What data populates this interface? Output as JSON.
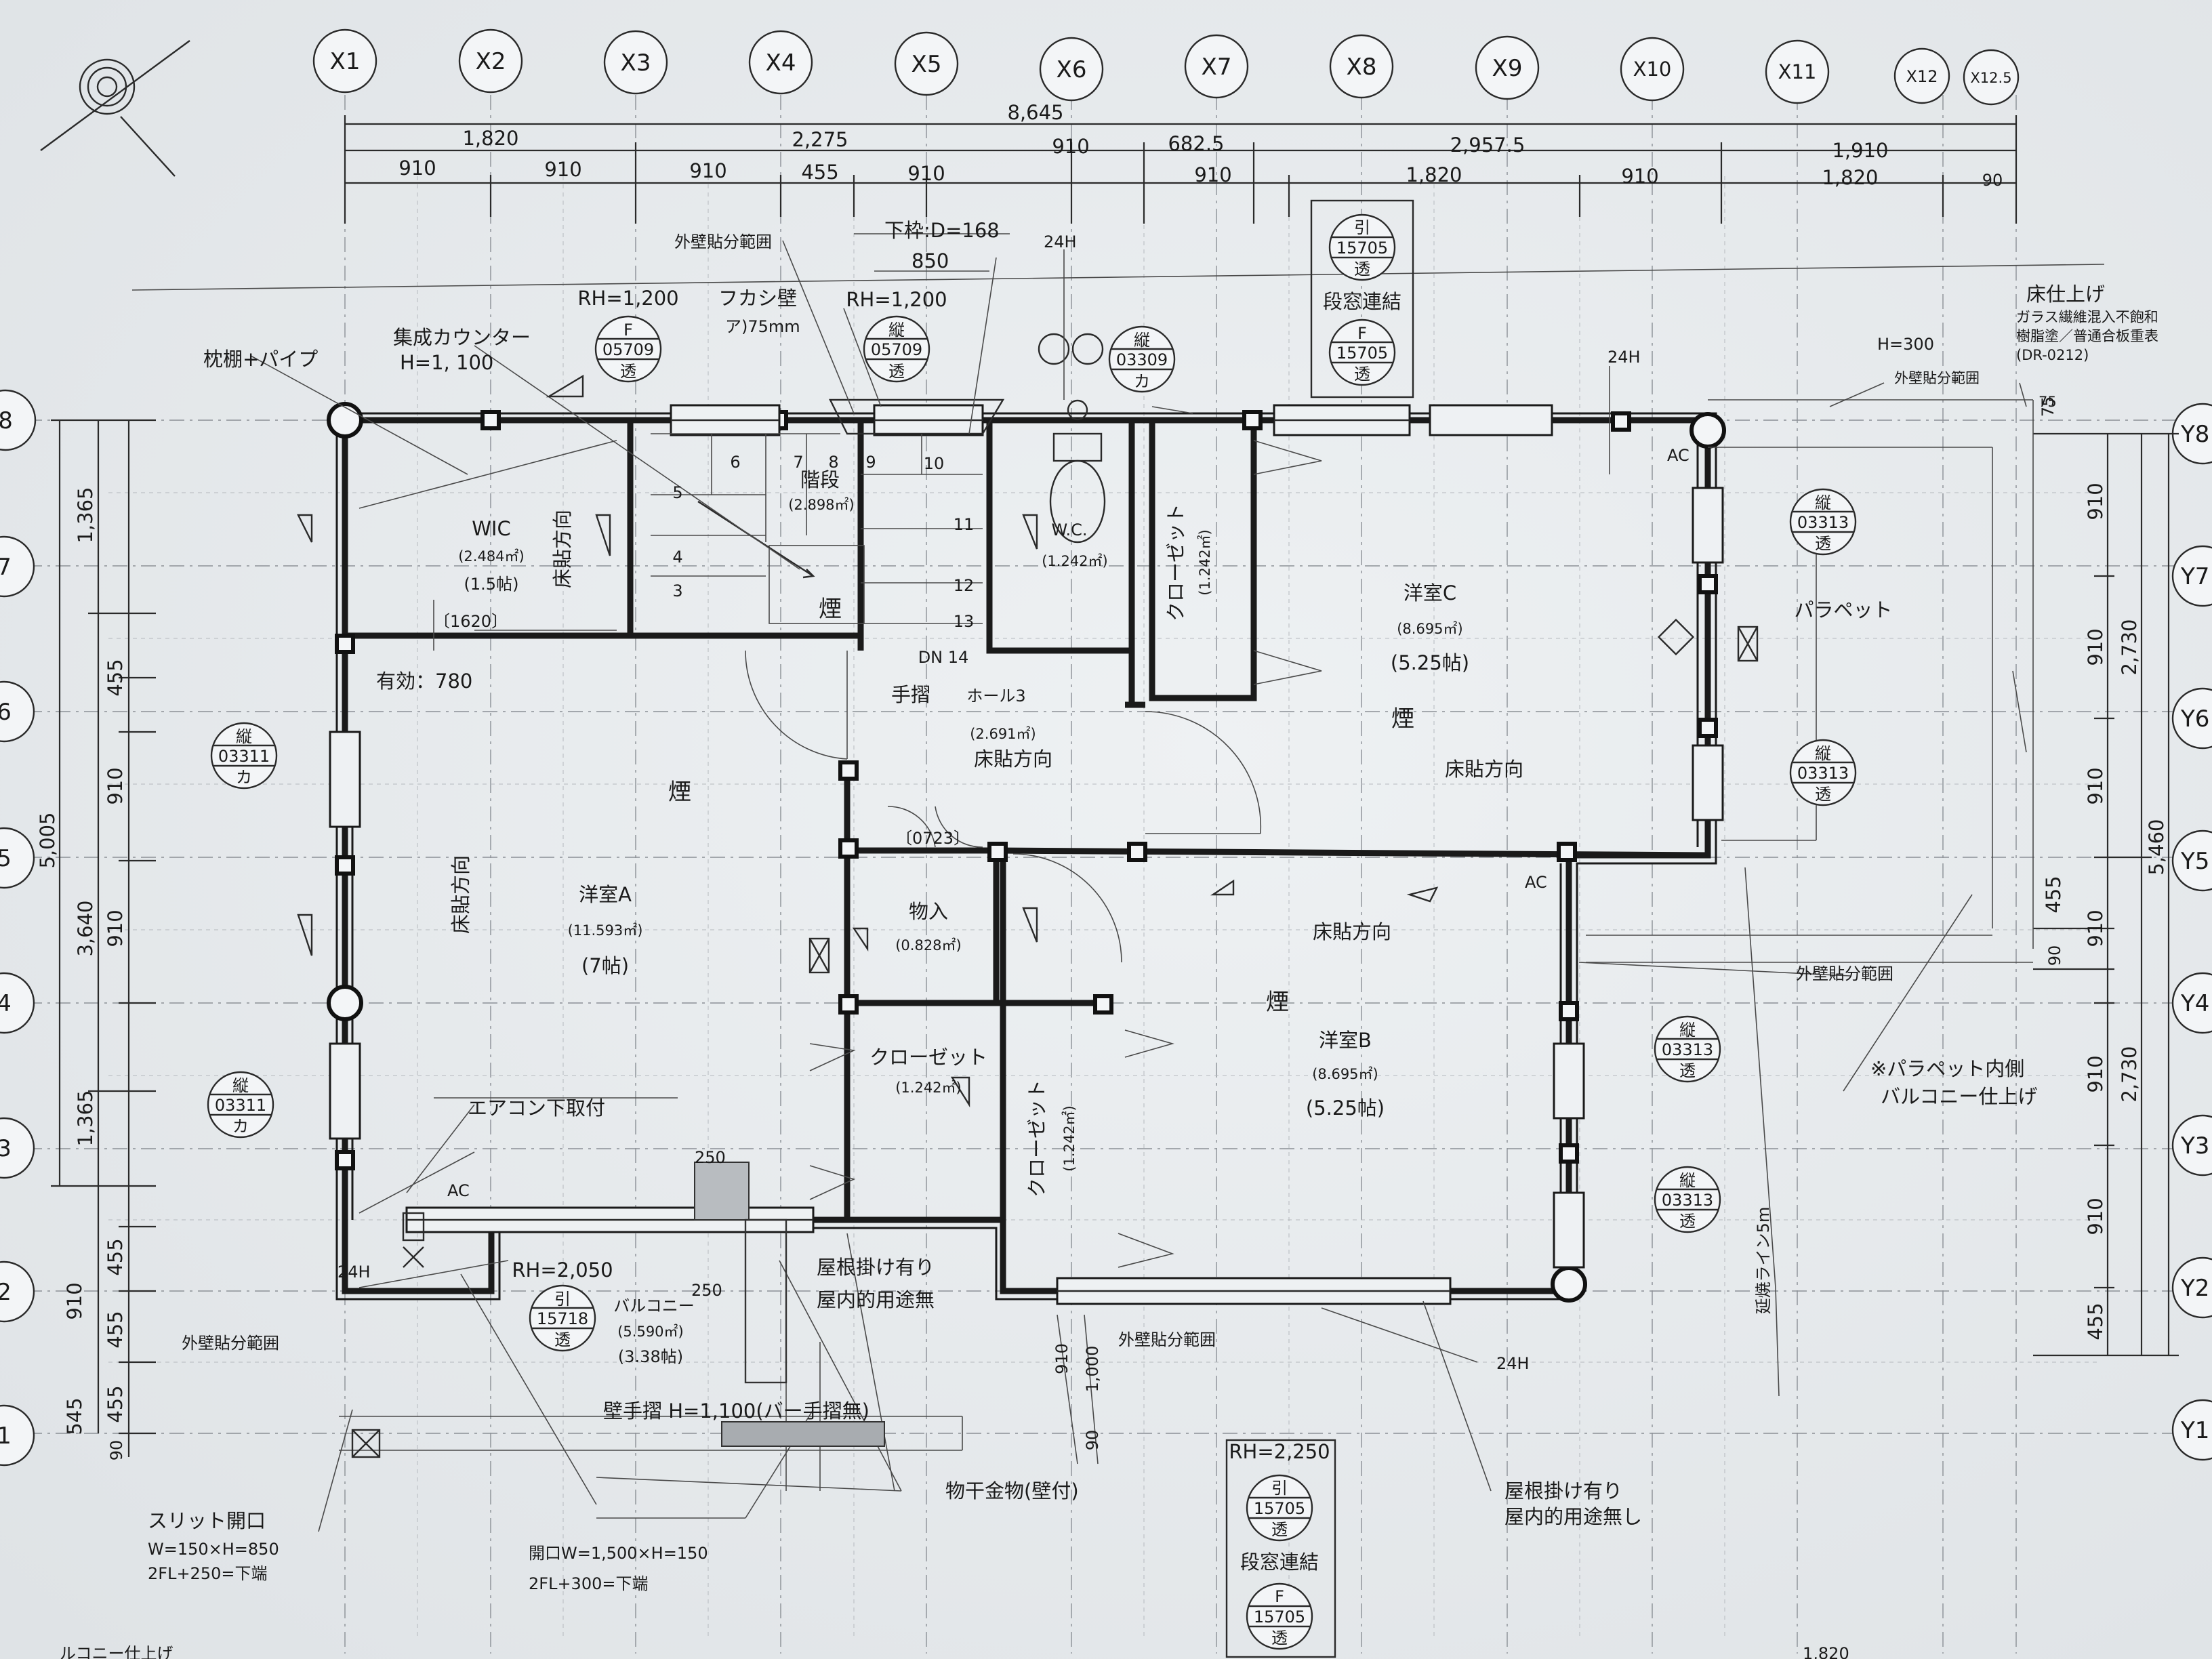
{
  "grid_x": [
    "X1",
    "X2",
    "X3",
    "X4",
    "X5",
    "X6",
    "X7",
    "X8",
    "X9",
    "X10",
    "X11",
    "X12",
    "X12.5"
  ],
  "grid_y": [
    "8",
    "7",
    "6",
    "5",
    "4",
    "3",
    "2",
    "1"
  ],
  "grid_y_right": [
    "Y8",
    "Y7",
    "Y6",
    "Y5",
    "Y4",
    "Y3",
    "Y2",
    "Y1"
  ],
  "dims_top": {
    "total": "8,645",
    "row2": [
      "1,820",
      "2,275",
      "910",
      "682.5",
      "2,957.5",
      "1,910"
    ],
    "row3": [
      "910",
      "910",
      "910",
      "455",
      "910",
      "910",
      "1,820",
      "910",
      "1,820",
      "90"
    ]
  },
  "dims_left": {
    "total": "5,005",
    "col2": [
      "1,365",
      "3,640",
      "1,365"
    ],
    "col3": [
      "455",
      "910",
      "910",
      "455",
      "910",
      "455",
      "545",
      "455",
      "90"
    ]
  },
  "dims_right": {
    "total": "5,460",
    "col2": [
      "2,730",
      "2,730"
    ],
    "col3": [
      "75",
      "910",
      "910",
      "910",
      "910",
      "455",
      "90",
      "910",
      "910",
      "455"
    ]
  },
  "rooms": {
    "wic": {
      "name": "WIC",
      "area": "(2.484㎡)",
      "tatami": "(1.5帖)"
    },
    "stairs": {
      "name": "階段",
      "area": "(2.898㎡)",
      "dn": "DN 14",
      "steps": [
        "3",
        "4",
        "5",
        "6",
        "7",
        "8",
        "9",
        "10",
        "11",
        "12",
        "13"
      ]
    },
    "wc": {
      "name": "W.C.",
      "area": "(1.242㎡)"
    },
    "closet_c": {
      "name": "クローゼット",
      "area": "(1.242㎡)"
    },
    "room_c": {
      "name": "洋室C",
      "area": "(8.695㎡)",
      "tatami": "(5.25帖)"
    },
    "parapet": {
      "name": "パラペット"
    },
    "hall": {
      "name": "ホール3",
      "area": "(2.691㎡)"
    },
    "room_a": {
      "name": "洋室A",
      "area": "(11.593㎡)",
      "tatami": "(7帖)"
    },
    "storage": {
      "name": "物入",
      "area": "(0.828㎡)"
    },
    "closet_a": {
      "name": "クローゼット",
      "area": "(1.242㎡)"
    },
    "closet_b": {
      "name": "クローゼット",
      "area": "(1.242㎡)"
    },
    "room_b": {
      "name": "洋室B",
      "area": "(8.695㎡)",
      "tatami": "(5.25帖)"
    },
    "balcony": {
      "name": "バルコニー",
      "area": "(5.590㎡)",
      "tatami": "(3.38帖)"
    }
  },
  "windows": {
    "w_rh1200_left": {
      "rh": "RH=1,200",
      "type": "F",
      "code": "05709",
      "glass": "透"
    },
    "w_rh1200_stair": {
      "rh": "RH=1,200",
      "type": "縦",
      "code": "05709",
      "glass": "透"
    },
    "w_wc": {
      "type": "縦",
      "code": "03309",
      "glass": "カ"
    },
    "w_top_stack": {
      "type1": "引",
      "code1": "15705",
      "glass1": "透",
      "note": "段窓連結",
      "type2": "F",
      "code2": "15705",
      "glass2": "透"
    },
    "w_right_1": {
      "type": "縦",
      "code": "03313",
      "glass": "透"
    },
    "w_right_2": {
      "type": "縦",
      "code": "03313",
      "glass": "透"
    },
    "w_right_3": {
      "type": "縦",
      "code": "03313",
      "glass": "透"
    },
    "w_right_4": {
      "type": "縦",
      "code": "03313",
      "glass": "透"
    },
    "w_left_1": {
      "type": "縦",
      "code": "03311",
      "glass": "カ"
    },
    "w_left_2": {
      "type": "縦",
      "code": "03311",
      "glass": "カ"
    },
    "w_balcony": {
      "rh": "RH=2,050",
      "type": "引",
      "code": "15718",
      "glass": "透"
    },
    "w_bottom_stack": {
      "rh": "RH=2,250",
      "type1": "引",
      "code1": "15705",
      "glass1": "透",
      "note": "段窓連結",
      "type2": "F",
      "code2": "15705",
      "glass2": "透"
    }
  },
  "notes": {
    "shelf": "枕棚+パイプ",
    "counter": "集成カウンター",
    "counter_h": "H=1, 100",
    "ext_wall_top": "外壁貼分範囲",
    "fukashi": "フカシ壁",
    "fukashi_t": "ア)75mm",
    "shitawaku": "下枠:D=168",
    "dim850": "850",
    "h24_1": "24H",
    "h24_2": "24H",
    "h24_3": "24H",
    "h24_4": "24H",
    "ac1": "AC",
    "ac2": "AC",
    "ac3": "AC",
    "floor_title": "床仕上げ",
    "floor_l1": "ガラス繊維混入不飽和",
    "floor_l2": "樹脂塗／普通合板重表",
    "floor_l3": "(DR-0212)",
    "h300": "H=300",
    "ext_wall_right": "外壁貼分範囲",
    "dim75": "75",
    "effective": "有効：780",
    "dim1620": "〔1620〕",
    "dim0723": "〔0723〕",
    "handrail": "手摺",
    "floor_dir": "床貼方向",
    "smoke": "煙",
    "aircon": "エアコン下取付",
    "dim250a": "250",
    "dim250b": "250",
    "roof1_a": "屋根掛け有り",
    "roof1_b": "屋内的用途無",
    "ext_wall_left": "外壁貼分範囲",
    "ext_wall_bottom": "外壁貼分範囲",
    "ext_wall_right2": "外壁貼分範囲",
    "parapet_note1": "※パラペット内側",
    "parapet_note2": "バルコニー仕上げ",
    "fire_line": "延焼ライン5m",
    "wall_rail": "壁手摺 H=1,100(バー手摺無)",
    "drying": "物干金物(壁付)",
    "roof2_a": "屋根掛け有り",
    "roof2_b": "屋内的用途無し",
    "slit_title": "スリット開口",
    "slit_l1": "W=150×H=850",
    "slit_l2": "2FL+250=下端",
    "opening_l1": "開口W=1,500×H=150",
    "opening_l2": "2FL+300=下端",
    "dim910_v": "910",
    "dim1000_v": "1,000",
    "dim90_v": "90",
    "bottom_left": "ルコニー仕上げ",
    "bottom_right": "1,820"
  }
}
